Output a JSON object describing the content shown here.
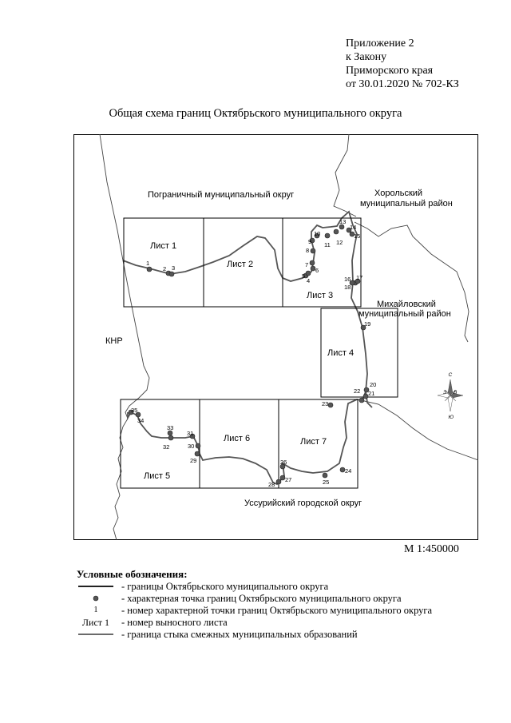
{
  "annex": {
    "line1": "Приложение 2",
    "line2": "к Закону",
    "line3": "Приморского края",
    "line4": "от 30.01.2020 № 702-КЗ"
  },
  "title": "Общая схема границ Октябрьского муниципального округа",
  "map": {
    "regions": {
      "pogranichny": "Пограничный муниципальный округ",
      "khorolsky_1": "Хорольский",
      "khorolsky_2": "муниципальный район",
      "mikhailovsky_1": "Михайловский",
      "mikhailovsky_2": "муниципальный район",
      "knr": "КНР",
      "ussuriysky": "Уссурийский городской округ"
    },
    "sheets": [
      "Лист 1",
      "Лист 2",
      "Лист 3",
      "Лист 4",
      "Лист 5",
      "Лист 6",
      "Лист 7"
    ],
    "points": [
      "1",
      "2",
      "3",
      "4",
      "5",
      "6",
      "7",
      "8",
      "9",
      "10",
      "11",
      "12",
      "13",
      "14",
      "15",
      "16",
      "17",
      "18",
      "19",
      "20",
      "21",
      "22",
      "23",
      "24",
      "25",
      "26",
      "27",
      "28",
      "29",
      "30",
      "31",
      "32",
      "33",
      "34",
      "35"
    ],
    "compass": {
      "north": "С",
      "south": "Ю",
      "west": "З",
      "east": "В"
    }
  },
  "scale": "М 1:450000",
  "legend": {
    "title": "Условные обозначения:",
    "items": [
      {
        "symbol": "thick-line",
        "text": "- границы Октябрьского муниципального округа"
      },
      {
        "symbol": "dot",
        "text": "- характерная точка границ Октябрьского муниципального округа"
      },
      {
        "symbol": "number",
        "symbol_text": "1",
        "text": "- номер характерной точки границ Октябрьского муниципального округа"
      },
      {
        "symbol": "sheet-label",
        "symbol_text": "Лист 1",
        "text": "- номер выносного листа"
      },
      {
        "symbol": "thin-line",
        "text": "- граница стыка смежных муниципальных образований"
      }
    ]
  }
}
